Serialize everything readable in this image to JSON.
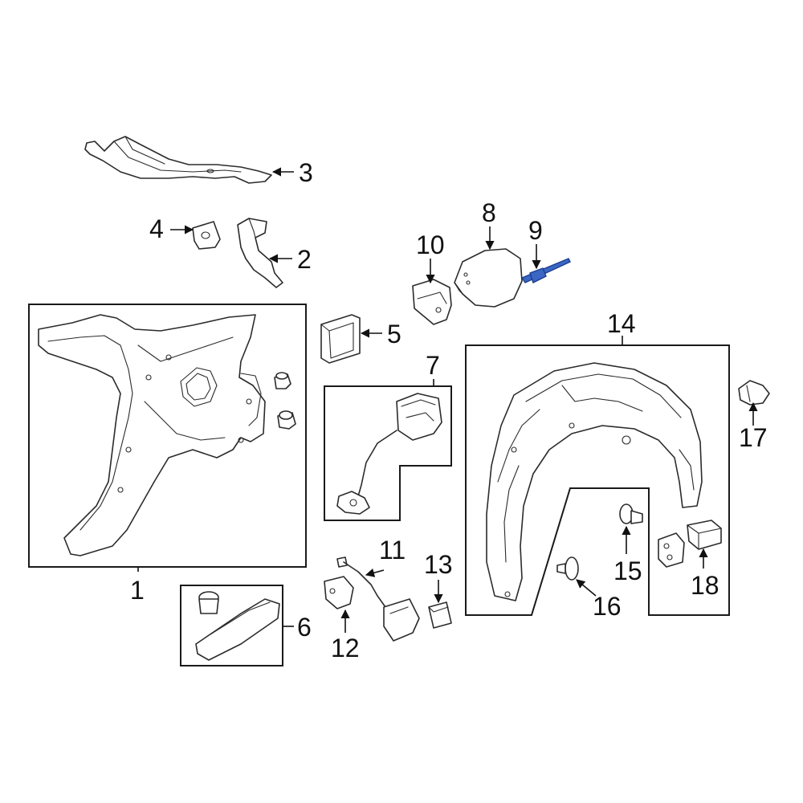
{
  "highlight_color": "#3b66c4",
  "callouts": {
    "c1": "1",
    "c2": "2",
    "c3": "3",
    "c4": "4",
    "c5": "5",
    "c6": "6",
    "c7": "7",
    "c8": "8",
    "c9": "9",
    "c10": "10",
    "c11": "11",
    "c12": "12",
    "c13": "13",
    "c14": "14",
    "c15": "15",
    "c16": "16",
    "c17": "17",
    "c18": "18"
  }
}
